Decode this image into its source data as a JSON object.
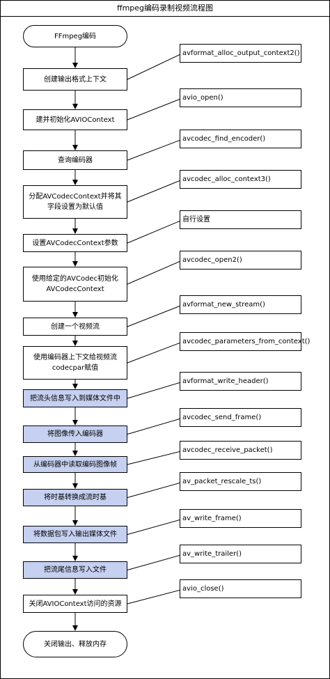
{
  "title": "ffmpeg编码录制视频流程图",
  "start": "FFmpeg编码",
  "steps": [
    {
      "label": "创建输出格式上下文",
      "api": "avformat_alloc_output_context2()",
      "highlight": false
    },
    {
      "label": "建并初始化AVIOContext",
      "api": "avio_open()",
      "highlight": false
    },
    {
      "label": "查询编码器",
      "api": "avcodec_find_encoder()",
      "highlight": false
    },
    {
      "label": "分配AVCodecContext并将其字段设置为默认值",
      "api": "avcodec_alloc_context3()",
      "highlight": false
    },
    {
      "label": "设置AVCodecContext参数",
      "api": "自行设置",
      "highlight": false
    },
    {
      "label": "使用给定的AVCodec初始化AVCodecContext",
      "api": "avcodec_open2()",
      "highlight": false
    },
    {
      "label": "创建一个视频流",
      "api": "avformat_new_stream()",
      "highlight": false
    },
    {
      "label": "使用编码器上下文给视频流codecpar赋值",
      "api": "avcodec_parameters_from_context()",
      "highlight": false
    },
    {
      "label": "把流头信息写入到媒体文件中",
      "api": "avformat_write_header()",
      "highlight": true
    },
    {
      "label": "将图像传入编码器",
      "api": "avcodec_send_frame()",
      "highlight": true
    },
    {
      "label": "从编码器中读取编码图像帧",
      "api": "avcodec_receive_packet()",
      "highlight": true
    },
    {
      "label": "将时基转换成流时基",
      "api": "av_packet_rescale_ts()",
      "highlight": true
    },
    {
      "label": "将数据包写入输出媒体文件",
      "api": "av_write_frame()",
      "highlight": true
    },
    {
      "label": "把流尾信息写入文件",
      "api": "av_write_trailer()",
      "highlight": true
    },
    {
      "label": "关闭AVIOContext访问的资源",
      "api": "avio_close()",
      "highlight": false
    }
  ],
  "end": "关闭输出、释放内存",
  "colors": {
    "highlight_fill": "#c6d0f0",
    "box_fill": "#ffffff",
    "line": "#000000"
  }
}
